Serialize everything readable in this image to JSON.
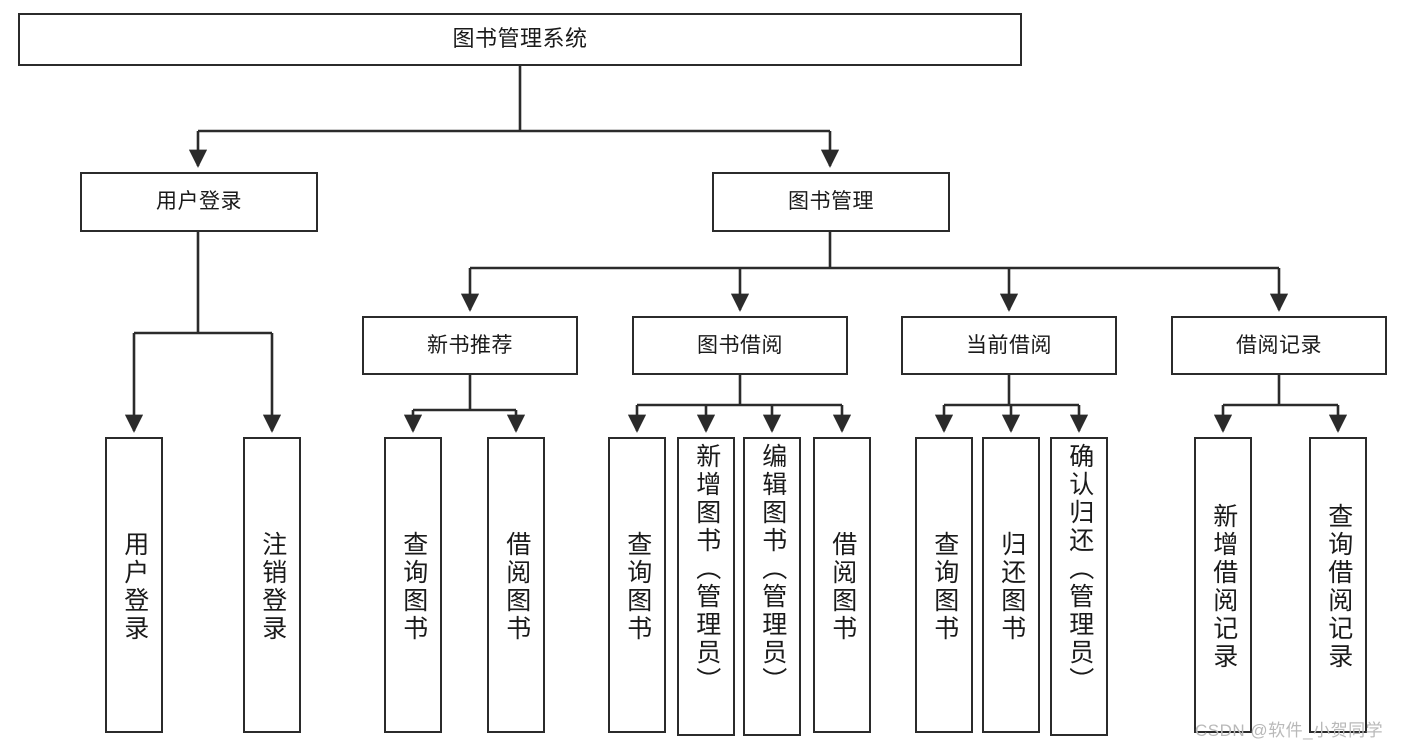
{
  "diagram": {
    "title": "图书管理系统",
    "type": "hierarchy-tree",
    "watermark": "CSDN @软件_小贺同学",
    "colors": {
      "stroke": "#2b2b2b",
      "fill": "#ffffff",
      "text": "#1a1a1a",
      "watermark": "#b9b9b9"
    },
    "levels": {
      "root": {
        "label": "图书管理系统"
      },
      "level2": [
        {
          "label": "用户登录"
        },
        {
          "label": "图书管理"
        }
      ],
      "level3": [
        {
          "label": "新书推荐"
        },
        {
          "label": "图书借阅"
        },
        {
          "label": "当前借阅"
        },
        {
          "label": "借阅记录"
        }
      ],
      "leaves": {
        "user_login": [
          {
            "label": "用户登录"
          },
          {
            "label": "注销登录"
          }
        ],
        "new_book_recommend": [
          {
            "label": "查询图书"
          },
          {
            "label": "借阅图书"
          }
        ],
        "book_borrow": [
          {
            "label": "查询图书"
          },
          {
            "label": "新增图书（管理员）"
          },
          {
            "label": "编辑图书（管理员）"
          },
          {
            "label": "借阅图书"
          }
        ],
        "current_borrow": [
          {
            "label": "查询图书"
          },
          {
            "label": "归还图书"
          },
          {
            "label": "确认归还（管理员）"
          }
        ],
        "borrow_record": [
          {
            "label": "新增借阅记录"
          },
          {
            "label": "查询借阅记录"
          }
        ]
      }
    }
  }
}
